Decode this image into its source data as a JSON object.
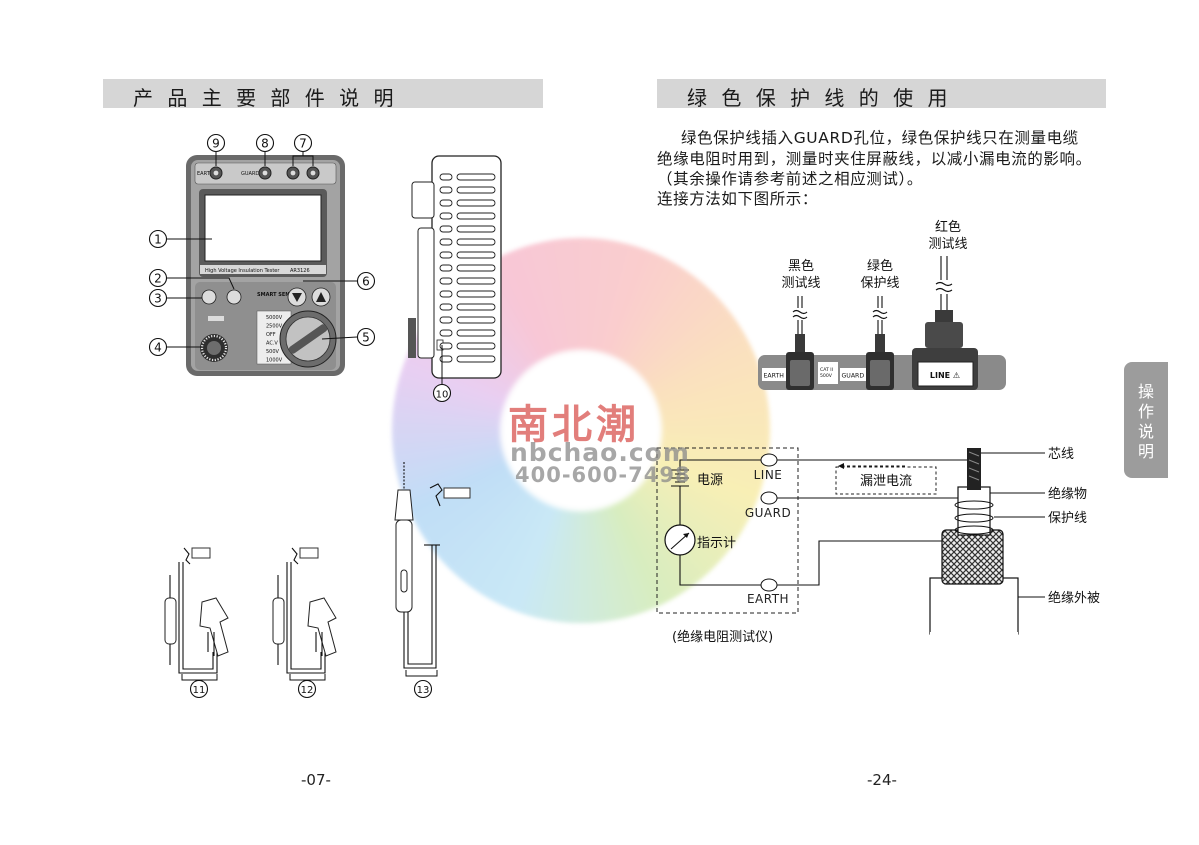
{
  "left_page": {
    "header": "产 品 主 要 部 件 说 明",
    "callouts": [
      "1",
      "2",
      "3",
      "4",
      "5",
      "6",
      "7",
      "8",
      "9",
      "10",
      "11",
      "12",
      "13"
    ],
    "device": {
      "earth_label": "EARTH",
      "guard_label": "GUARD",
      "model_caption": "High Voltage Insulation Tester",
      "model_number": "AR3126",
      "brand": "SMART SENSOR",
      "range_labels": [
        "5000V",
        "2500V",
        "OFF",
        "AC.V",
        "500V",
        "1000V"
      ]
    },
    "page_number": "-07-"
  },
  "right_page": {
    "header": "绿 色 保 护 线 的 使 用",
    "paragraph": [
      "绿色保护线插入GUARD孔位，绿色保护线只在测量电缆",
      "绝缘电阻时用到，测量时夹住屏蔽线，以减小漏电流的影响。",
      "（其余操作请参考前述之相应测试）。",
      "连接方法如下图所示："
    ],
    "connector_diagram": {
      "red_lead": [
        "红色",
        "测试线"
      ],
      "black_lead": [
        "黑色",
        "测试线"
      ],
      "green_lead": [
        "绿色",
        "保护线"
      ],
      "panel_earth": "EARTH",
      "panel_cat": "CAT II",
      "panel_volt": "500V",
      "panel_guard": "GUARD",
      "panel_line": "LINE ⚠"
    },
    "circuit": {
      "line": "LINE",
      "guard": "GUARD",
      "earth": "EARTH",
      "power": "电源",
      "meter": "指示计",
      "leakage": "漏泄电流",
      "caption": "(绝缘电阻测试仪)",
      "cable_core": "芯线",
      "cable_insulation": "绝缘物",
      "cable_shield": "保护线",
      "cable_jacket": "绝缘外被"
    },
    "side_tab": "操作说明",
    "page_number": "-24-"
  },
  "watermark": {
    "brand_cn": "南北潮",
    "site": "nbchao.com",
    "phone": "400-600-7498"
  }
}
